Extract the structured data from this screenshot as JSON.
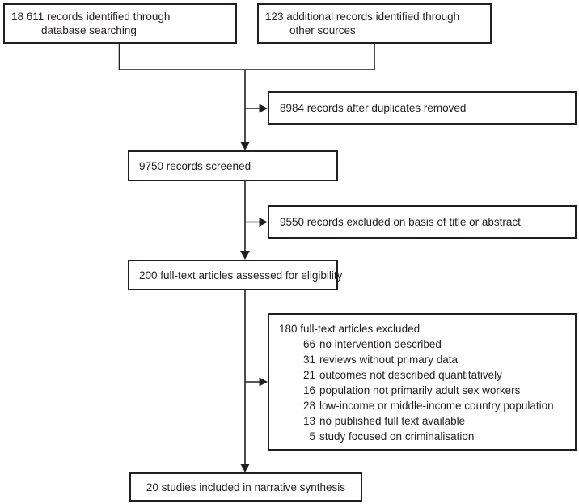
{
  "diagram": {
    "colors": {
      "line": "#231f20",
      "text": "#231f20",
      "background": "#ffffff"
    },
    "boxes": {
      "identified_database": {
        "line1": "18 611 records identified through",
        "line2": "database searching"
      },
      "identified_other": {
        "line1": "123 additional records identified through",
        "line2": "other sources"
      },
      "duplicates_removed": {
        "label": "8984 records after duplicates removed"
      },
      "screened": {
        "label": "9750 records screened"
      },
      "excluded_title_abstract": {
        "label": "9550 records excluded on basis of title or abstract"
      },
      "fulltext_assessed": {
        "label": "200 full-text articles assessed for eligibility"
      },
      "fulltext_excluded": {
        "title": "180 full-text articles excluded",
        "reasons": [
          {
            "count": "66",
            "label": "no intervention described"
          },
          {
            "count": "31",
            "label": "reviews without primary data"
          },
          {
            "count": "21",
            "label": "outcomes not described quantitatively"
          },
          {
            "count": "16",
            "label": "population not primarily adult sex workers"
          },
          {
            "count": "28",
            "label": "low-income or middle-income country population"
          },
          {
            "count": "13",
            "label": "no published full text available"
          },
          {
            "count": "5",
            "label": "study focused on criminalisation"
          }
        ]
      },
      "included": {
        "label": "20 studies included in narrative synthesis"
      }
    }
  }
}
